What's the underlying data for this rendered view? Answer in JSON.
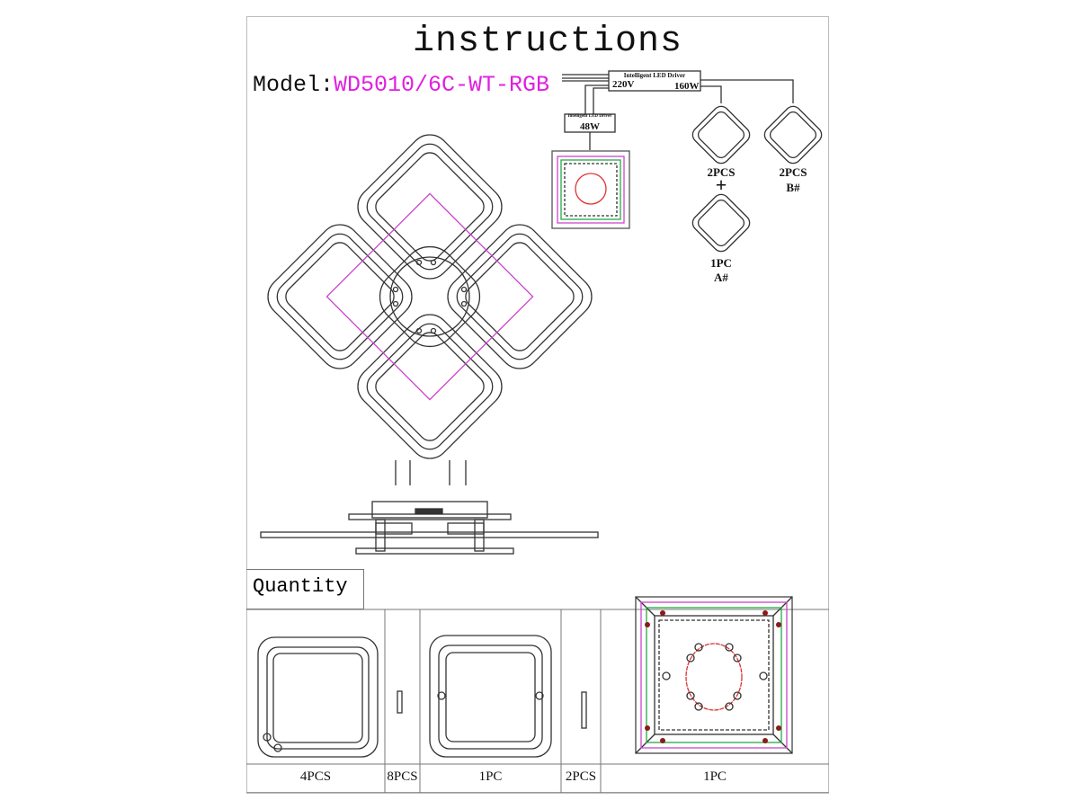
{
  "title": "instructions",
  "model": {
    "label": "Model:",
    "value": "WD5010/6C-WT-RGB"
  },
  "wiring": {
    "main_driver": {
      "name": "Intelligent LED Driver",
      "input": "220V",
      "power": "160W"
    },
    "sub_driver": {
      "name": "Intelligent LED Driver",
      "power": "48W"
    },
    "group_a_top": "2PCS",
    "plus": "+",
    "group_a_bottom": {
      "qty": "1PC",
      "code": "A#"
    },
    "group_b": {
      "qty": "2PCS",
      "code": "B#"
    }
  },
  "quantity": {
    "heading": "Quantity",
    "items": [
      "4PCS",
      "8PCS",
      "1PC",
      "2PCS",
      "1PC"
    ]
  },
  "colors": {
    "model_accent": "#e020e0",
    "led_green": "#22aa44",
    "led_magenta": "#cc44cc"
  }
}
